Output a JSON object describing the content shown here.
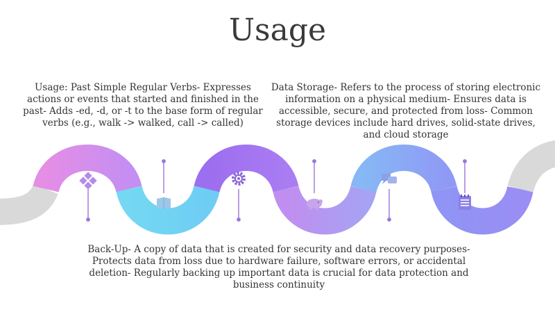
{
  "slide": {
    "title": "Usage",
    "blocks": {
      "left": "Usage: Past Simple Regular Verbs- Expresses actions or events that started and finished in the past- Adds -ed, -d, or -t to the base form of regular verbs (e.g., walk -> walked, call -> called)",
      "right": "Data Storage- Refers to the process of storing electronic information on a physical medium- Ensures data is accessible, secure, and protected from loss- Common storage devices include hard drives, solid-state drives, and cloud storage",
      "bottom": "Back-Up- A copy of data that is created for security and data recovery purposes- Protects data from loss due to hardware failure, software errors, or accidental deletion- Regularly backing up important data is crucial for data protection and business continuity"
    },
    "icons": [
      "puzzle-icon",
      "book-icon",
      "gear-icon",
      "piggy-bank-icon",
      "chat-icon",
      "notepad-icon"
    ],
    "colors": {
      "gray": "#d9d9d9",
      "pink": "#d98ef0",
      "cyan": "#6fd3f2",
      "violet": "#a06ef0",
      "lavender": "#b39af2",
      "blue": "#8aaaf5",
      "indigo": "#8f8ff5",
      "icon": "#9a76d8"
    }
  }
}
